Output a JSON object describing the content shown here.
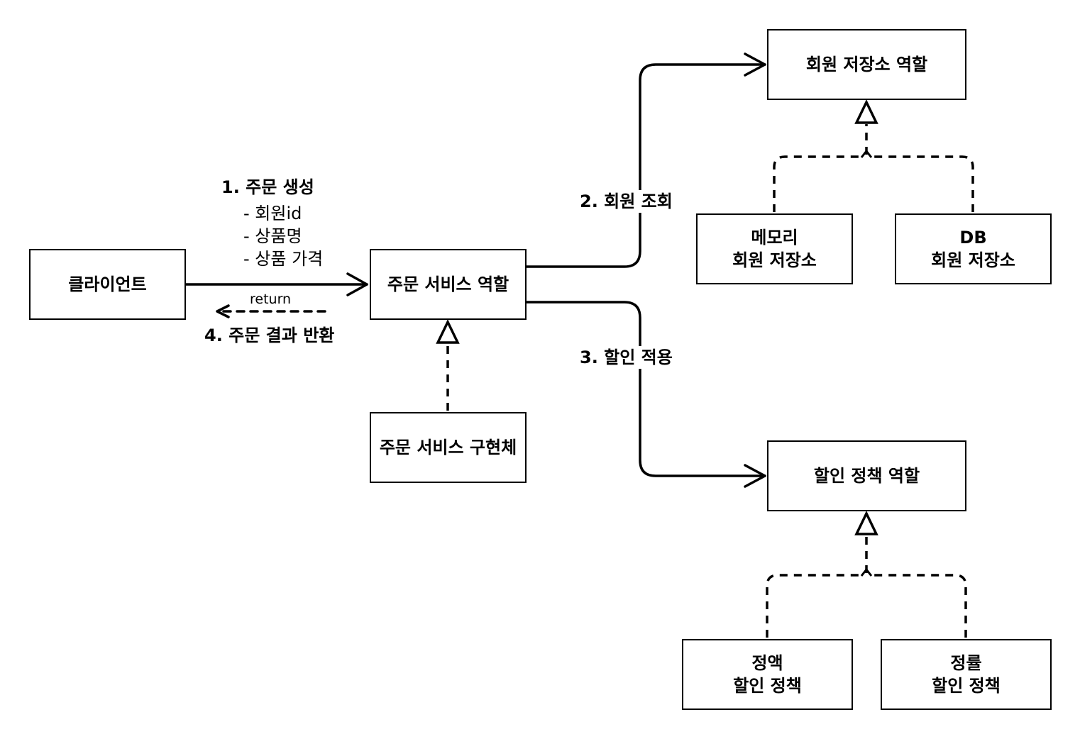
{
  "nodes": {
    "client": "클라이언트",
    "order_service_role": "주문 서비스 역할",
    "order_service_impl": "주문 서비스 구현체",
    "member_repo_role": "회원 저장소 역할",
    "memory_repo": [
      "메모리",
      "회원 저장소"
    ],
    "db_repo": [
      "DB",
      "회원 저장소"
    ],
    "discount_policy_role": "할인 정책 역할",
    "fixed_discount": [
      "정액",
      "할인 정책"
    ],
    "rate_discount": [
      "정률",
      "할인 정책"
    ]
  },
  "edge_labels": {
    "create_order": "1. 주문 생성",
    "create_order_params": [
      "- 회원id",
      "- 상품명",
      "- 상품 가격"
    ],
    "return": "return",
    "return_result": "4. 주문 결과 반환",
    "member_lookup": "2. 회원 조회",
    "apply_discount": "3. 할인 적용"
  },
  "colors": {
    "stroke": "#000000",
    "background": "#ffffff"
  }
}
